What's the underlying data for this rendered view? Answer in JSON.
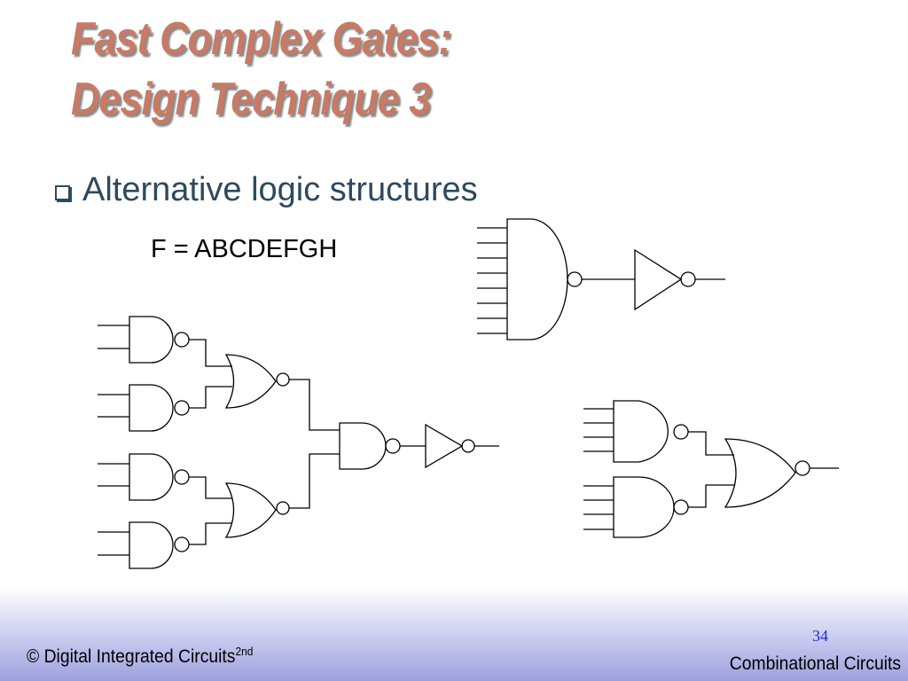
{
  "title": {
    "line1": "Fast Complex Gates:",
    "line2": "Design Technique 3"
  },
  "bullet": {
    "text": "Alternative logic structures"
  },
  "equation": "F = ABCDEFGH",
  "footer": {
    "left": "© Digital Integrated Circuits",
    "left_superscript": "2nd",
    "page_number": "34",
    "right": "Combinational Circuits"
  },
  "colors": {
    "title": "#c87a65",
    "bullet_text": "#2c4a5e",
    "page_number": "#1f2bd8",
    "footer_gradient_end": "#9da1dc"
  }
}
